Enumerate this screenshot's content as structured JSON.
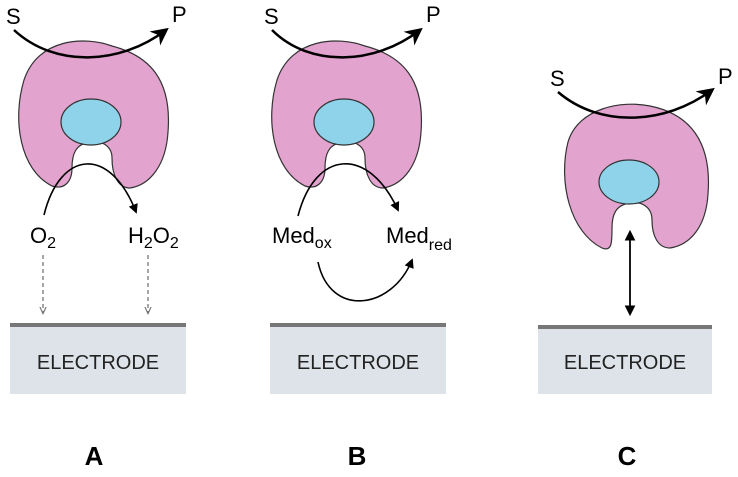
{
  "colors": {
    "enzyme": "#e3a3cf",
    "active_site": "#8fd3ea",
    "electrode_fill": "#dde3e8",
    "electrode_edge": "#777777"
  },
  "panel_a": {
    "substrate": "S",
    "product": "P",
    "o2_base": "O",
    "o2_sub": "2",
    "h2o2_h": "H",
    "h2o2_sub1": "2",
    "h2o2_o": "O",
    "h2o2_sub2": "2",
    "electrode": "ELECTRODE",
    "letter": "A"
  },
  "panel_b": {
    "substrate": "S",
    "product": "P",
    "med_ox_base": "Med",
    "med_ox_sub": "ox",
    "med_red_base": "Med",
    "med_red_sub": "red",
    "electrode": "ELECTRODE",
    "letter": "B"
  },
  "panel_c": {
    "substrate": "S",
    "product": "P",
    "electrode": "ELECTRODE",
    "letter": "C"
  }
}
